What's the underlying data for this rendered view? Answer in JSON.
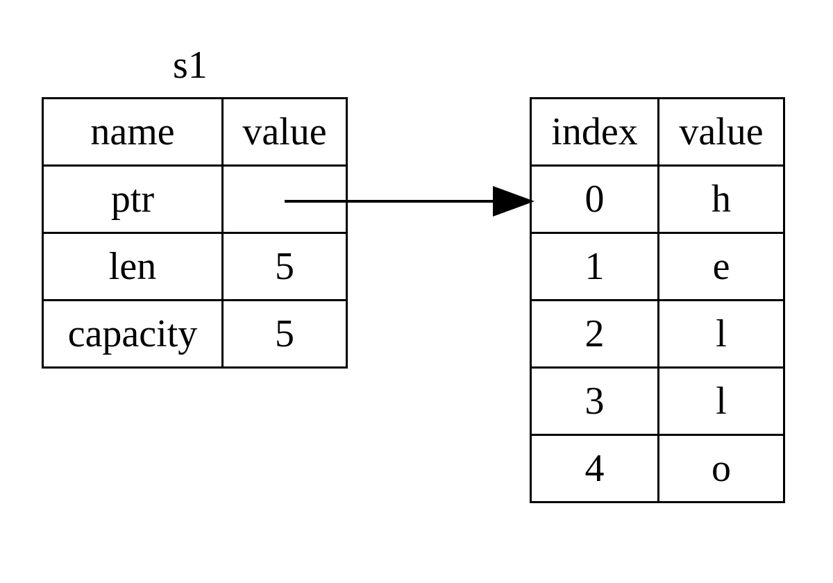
{
  "stack": {
    "title": "s1",
    "header": {
      "name": "name",
      "value": "value"
    },
    "rows": [
      {
        "name": "ptr",
        "value": ""
      },
      {
        "name": "len",
        "value": "5"
      },
      {
        "name": "capacity",
        "value": "5"
      }
    ]
  },
  "heap": {
    "header": {
      "index": "index",
      "value": "value"
    },
    "rows": [
      {
        "index": "0",
        "value": "h"
      },
      {
        "index": "1",
        "value": "e"
      },
      {
        "index": "2",
        "value": "l"
      },
      {
        "index": "3",
        "value": "l"
      },
      {
        "index": "4",
        "value": "o"
      }
    ]
  },
  "pointer": {
    "from": "stack.rows.0.value",
    "to": "heap.rows.0.index"
  }
}
